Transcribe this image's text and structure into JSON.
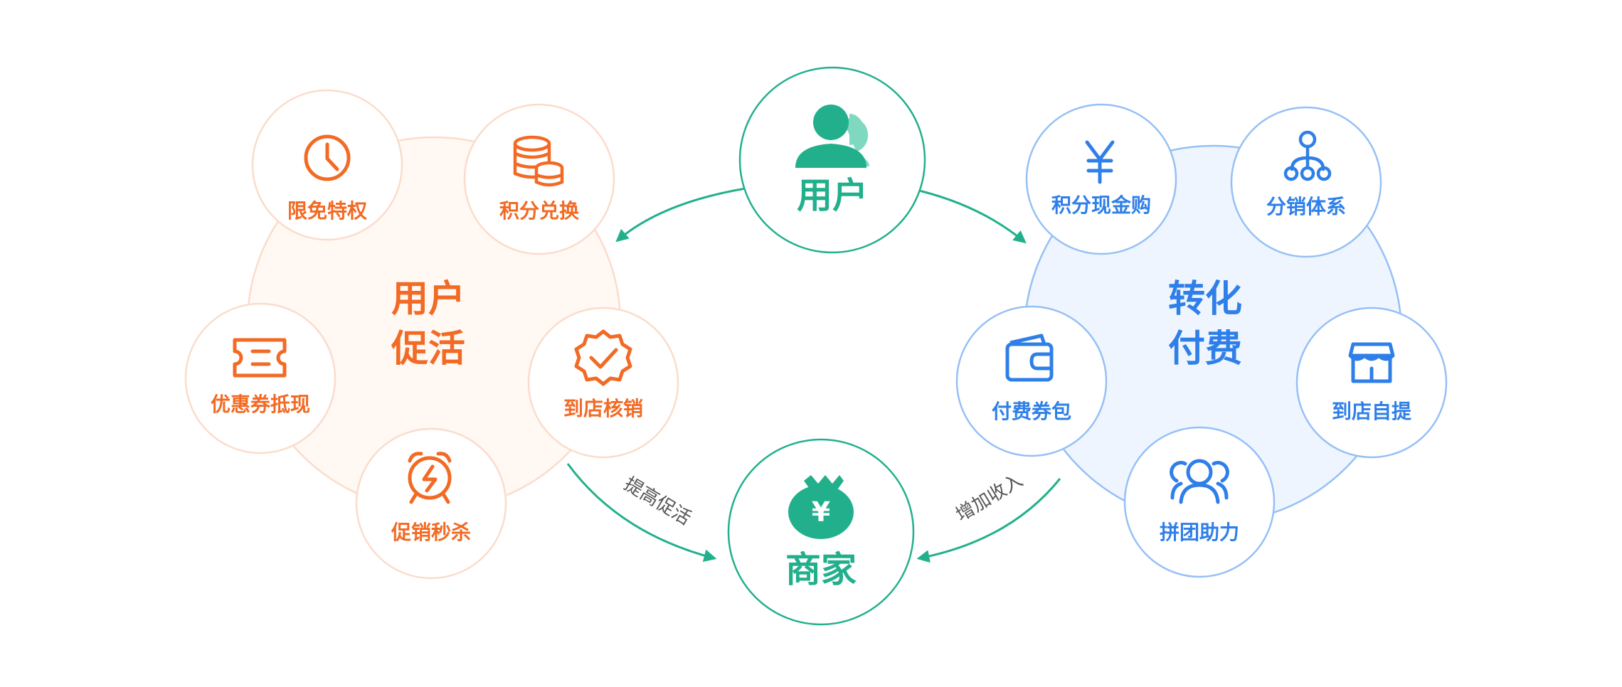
{
  "colors": {
    "orange": "#f26a24",
    "orange_ring": "#fbdccb",
    "orange_fill": "#fff8f3",
    "blue": "#2f7fe8",
    "blue_ring": "#96c0f5",
    "blue_fill": "#eef5ff",
    "green": "#22b08c",
    "green_light": "#7fd8c0",
    "label_gray": "#555555"
  },
  "center_nodes": {
    "user": {
      "label": "用户",
      "icon": "users-icon"
    },
    "merchant": {
      "label": "商家",
      "icon": "money-bag-icon"
    }
  },
  "left_cluster": {
    "title_line1": "用户",
    "title_line2": "促活",
    "nodes": [
      {
        "label": "限免特权",
        "icon": "clock-icon"
      },
      {
        "label": "积分兑换",
        "icon": "coins-icon"
      },
      {
        "label": "优惠券抵现",
        "icon": "coupon-icon"
      },
      {
        "label": "到店核销",
        "icon": "verified-badge-icon"
      },
      {
        "label": "促销秒杀",
        "icon": "alarm-lightning-icon"
      }
    ]
  },
  "right_cluster": {
    "title_line1": "转化",
    "title_line2": "付费",
    "nodes": [
      {
        "label": "积分现金购",
        "icon": "yuan-icon"
      },
      {
        "label": "分销体系",
        "icon": "hierarchy-icon"
      },
      {
        "label": "付费券包",
        "icon": "wallet-icon"
      },
      {
        "label": "到店自提",
        "icon": "store-icon"
      },
      {
        "label": "拼团助力",
        "icon": "group-icon"
      }
    ]
  },
  "arrow_labels": {
    "left": "提高促活",
    "right": "增加收入"
  }
}
